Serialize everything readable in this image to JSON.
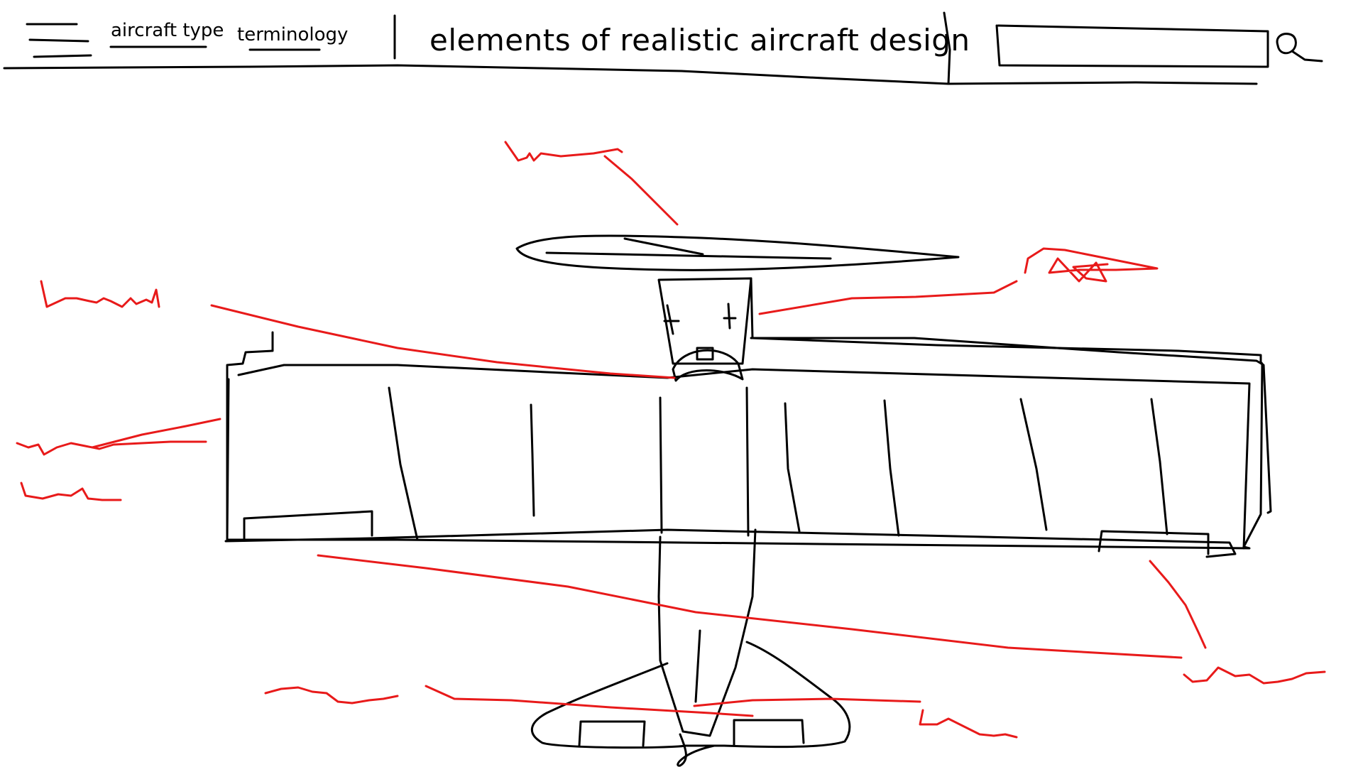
{
  "header": {
    "nav": [
      {
        "label": "aircraft type"
      },
      {
        "label": "terminology"
      }
    ],
    "title": "elements of realistic aircraft design",
    "search": {
      "value": "",
      "placeholder": ""
    }
  },
  "icons": {
    "menu": "hamburger-icon",
    "search": "magnifier-icon"
  },
  "colors": {
    "ink": "#000000",
    "annotation": "#e81a1a",
    "background": "#ffffff"
  }
}
